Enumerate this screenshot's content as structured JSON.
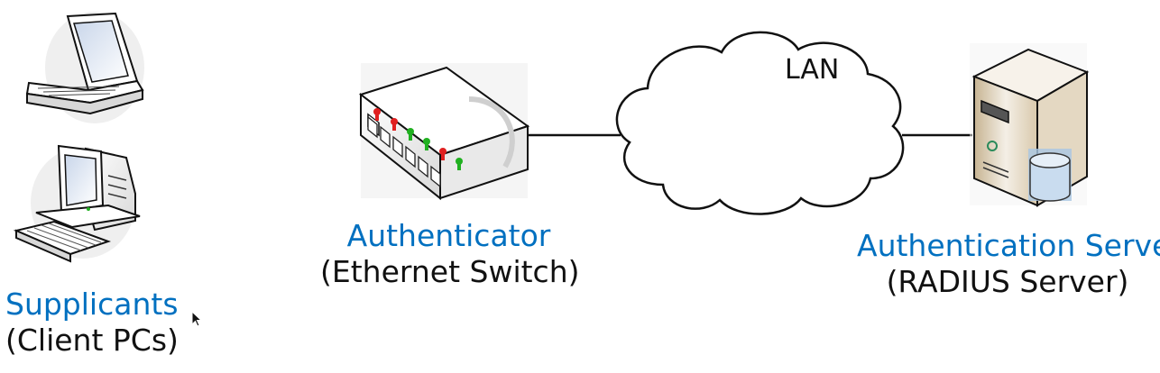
{
  "cloud": {
    "label": "LAN"
  },
  "supplicants": {
    "role": "Supplicants",
    "description": "(Client PCs)",
    "icons": [
      "laptop-icon",
      "desktop-pc-icon"
    ]
  },
  "authenticator": {
    "role": "Authenticator",
    "description": "(Ethernet Switch)",
    "icon": "ethernet-switch-icon",
    "port_leds": [
      "red",
      "red",
      "green",
      "green",
      "red",
      "green"
    ]
  },
  "authentication_server": {
    "role": "Authentication Server",
    "description": "(RADIUS Server)",
    "icon": "server-icon"
  },
  "colors": {
    "role_text": "#0070c0",
    "description_text": "#111111",
    "led_red": "#e02020",
    "led_green": "#20b020",
    "line": "#111111"
  }
}
